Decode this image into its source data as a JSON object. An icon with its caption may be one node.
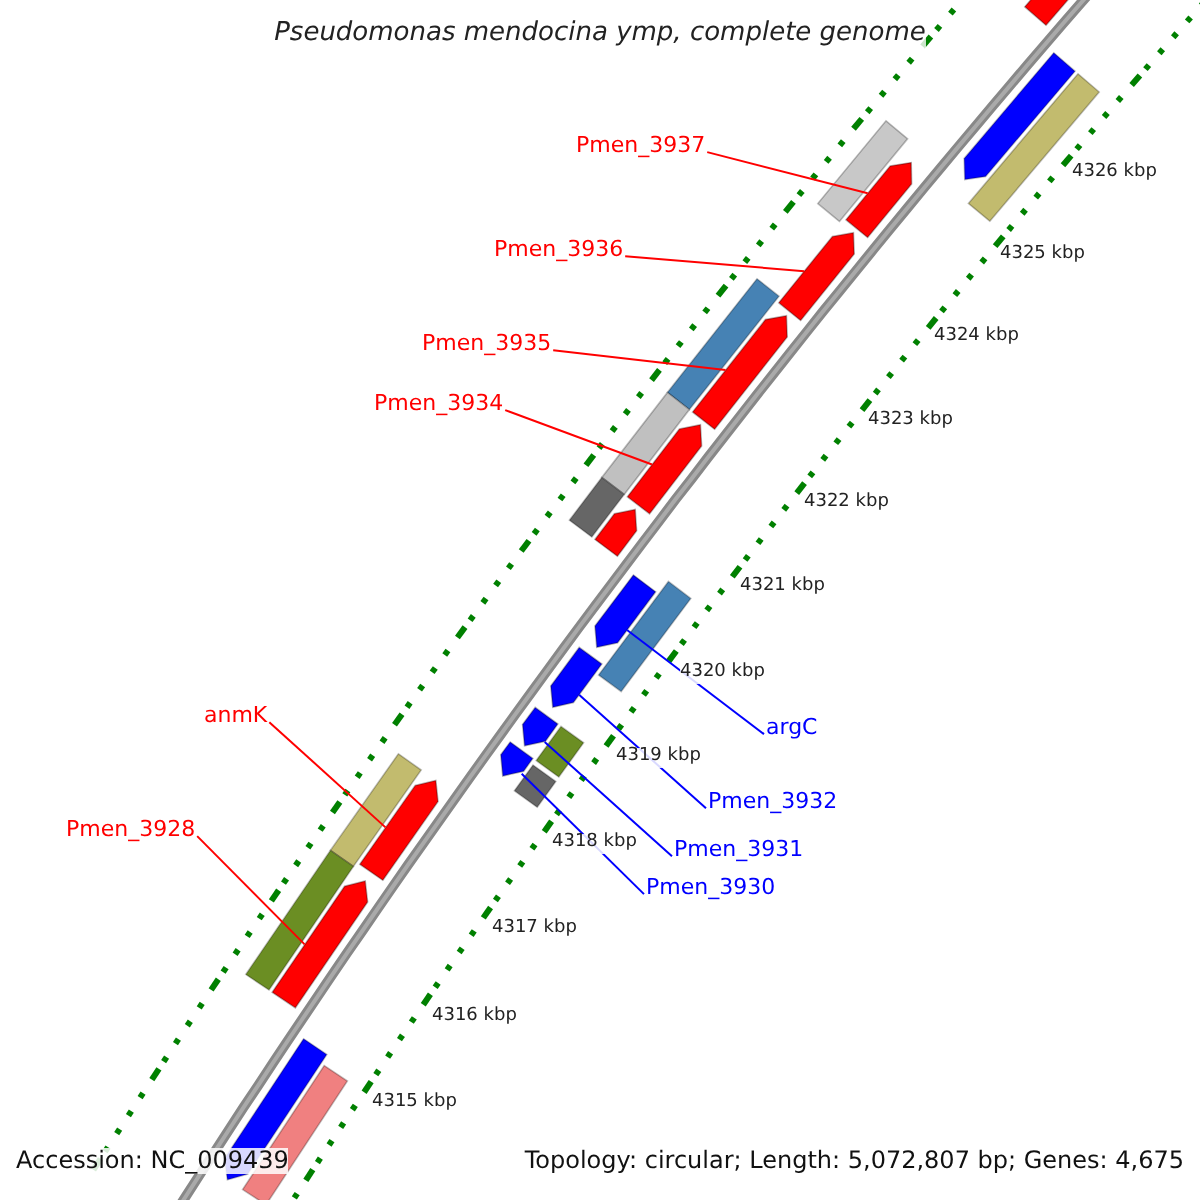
{
  "diagram": {
    "title": "Pseudomonas mendocina ymp, complete genome",
    "nodes": [
      {
        "text": [
          "Pmen_3937"
        ]
      },
      {
        "text": [
          "Pmen_3936"
        ]
      },
      {
        "text": [
          "Pmen_3935"
        ]
      },
      {
        "text": [
          "Pmen_3934"
        ]
      },
      {
        "text": [
          "anmK"
        ]
      },
      {
        "text": [
          "Pmen_3928"
        ]
      },
      {
        "text": [
          "argC"
        ]
      },
      {
        "text": [
          "Pmen_3932"
        ]
      },
      {
        "text": [
          "Pmen_3931"
        ]
      },
      {
        "text": [
          "Pmen_3930"
        ]
      },
      {
        "text": [],
        "shape": "bar"
      },
      {
        "text": [],
        "shape": "bar"
      },
      {
        "text": [],
        "shape": "bar"
      },
      {
        "text": [],
        "shape": "bar"
      },
      {
        "text": [],
        "shape": "bar"
      },
      {
        "text": [],
        "shape": "bar"
      },
      {
        "text": [],
        "shape": "bar"
      },
      {
        "text": [],
        "shape": "bar"
      },
      {
        "text": [],
        "shape": "bar"
      },
      {
        "text": [],
        "shape": "bar"
      },
      {
        "text": [],
        "shape": "bar"
      },
      {
        "text": [],
        "shape": "bar"
      }
    ],
    "edges": [
      {
        "from": 0,
        "to": 10,
        "arrow": "none"
      },
      {
        "from": 1,
        "to": 11,
        "arrow": "none"
      },
      {
        "from": 2,
        "to": 12,
        "arrow": "none"
      },
      {
        "from": 3,
        "to": 13,
        "arrow": "none"
      },
      {
        "from": 4,
        "to": 14,
        "arrow": "none"
      },
      {
        "from": 5,
        "to": 15,
        "arrow": "none"
      },
      {
        "from": 6,
        "to": 16,
        "arrow": "none",
        "color": "#0000ff"
      },
      {
        "from": 7,
        "to": 17,
        "arrow": "none",
        "color": "#0000ff"
      },
      {
        "from": 8,
        "to": 18,
        "arrow": "none",
        "color": "#0000ff"
      },
      {
        "from": 9,
        "to": 19,
        "arrow": "none",
        "color": "#0000ff"
      }
    ],
    "labels": [
      "4326 kbp",
      "4325 kbp",
      "4324 kbp",
      "4323 kbp",
      "4322 kbp",
      "4321 kbp",
      "4320 kbp",
      "4319 kbp",
      "4318 kbp",
      "4317 kbp",
      "4316 kbp",
      "4315 kbp",
      "Accession: NC_009439",
      "Topology: circular; Length: 5,072,807 bp; Genes: 4,675"
    ]
  }
}
